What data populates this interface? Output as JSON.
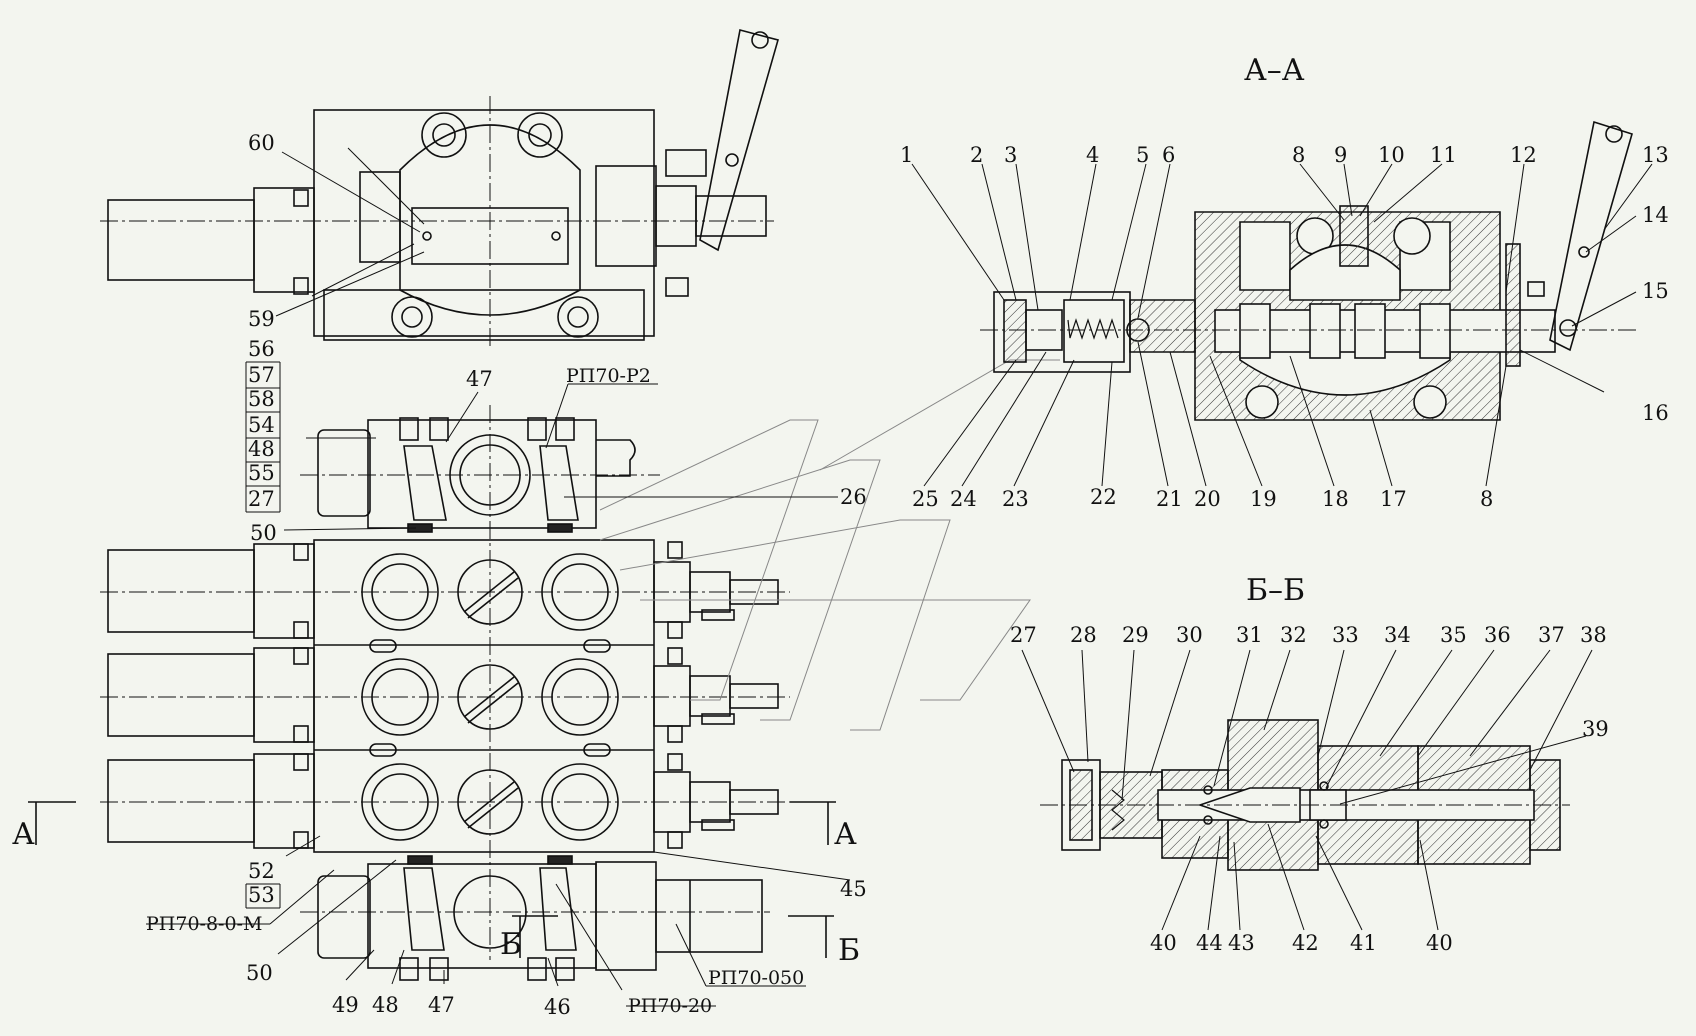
{
  "sections": {
    "aa_title": "А–А",
    "bb_title": "Б–Б",
    "aa_mark": "А",
    "bb_mark": "Б"
  },
  "part_codes": {
    "top_valve": "РП70-Р2",
    "main_body": "РП70-8-0-М",
    "outlet_cap": "РП70-050",
    "bottom_valve": "РП70-20"
  },
  "left_callouts": {
    "n60": "60",
    "n59": "59",
    "n56": "56",
    "n57": "57",
    "n58": "58",
    "n54": "54",
    "n48a": "48",
    "n55": "55",
    "n27": "27",
    "n47a": "47",
    "n26": "26",
    "n50a": "50",
    "n52": "52",
    "n53": "53",
    "n45": "45",
    "n50b": "50",
    "n49": "49",
    "n48b": "48",
    "n47b": "47",
    "n46": "46"
  },
  "aa_callouts": {
    "top": [
      "1",
      "2",
      "3",
      "4",
      "5",
      "6",
      "8",
      "9",
      "10",
      "11",
      "12",
      "13"
    ],
    "right": [
      "14",
      "15",
      "16"
    ],
    "bottom": [
      "25",
      "24",
      "23",
      "22",
      "21",
      "20",
      "19",
      "18",
      "17",
      "8"
    ]
  },
  "bb_callouts": {
    "top": [
      "27",
      "28",
      "29",
      "30",
      "31",
      "32",
      "33",
      "34",
      "35",
      "36",
      "37",
      "38"
    ],
    "right": [
      "39"
    ],
    "bottom": [
      "40",
      "44",
      "43",
      "42",
      "41",
      "40"
    ]
  },
  "colors": {
    "background": "#f3f5ef",
    "line": "#111111",
    "hatch": "#333333"
  }
}
